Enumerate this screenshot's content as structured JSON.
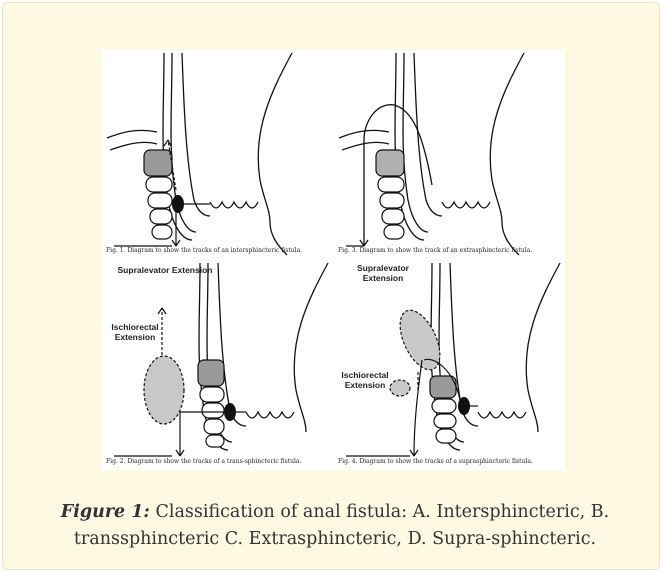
{
  "panels": {
    "p1": {
      "caption": "Fig. 1. Diagram to show the tracks of an intersphincteric fistula."
    },
    "p2": {
      "caption": "Fig. 3. Diagram to show the track of an extrasphincteric fistula."
    },
    "p3": {
      "caption": "Fig. 2. Diagram to show the tracks of a trans-sphincteric fistula.",
      "label_a": "Supralevator Extension",
      "label_b": "Ischiorectal Extension"
    },
    "p4": {
      "caption": "Fig. 4. Diagram to show the tracks of a suprasphincteric fistula.",
      "label_a": "Supralevator Extension",
      "label_b": "Ischiorectal Extension"
    }
  },
  "caption": {
    "label": "Figure 1:",
    "text": " Classification of anal fistula: A. Intersphincteric, B. transsphincteric C. Extrasphincteric, D. Supra-sphincteric."
  }
}
